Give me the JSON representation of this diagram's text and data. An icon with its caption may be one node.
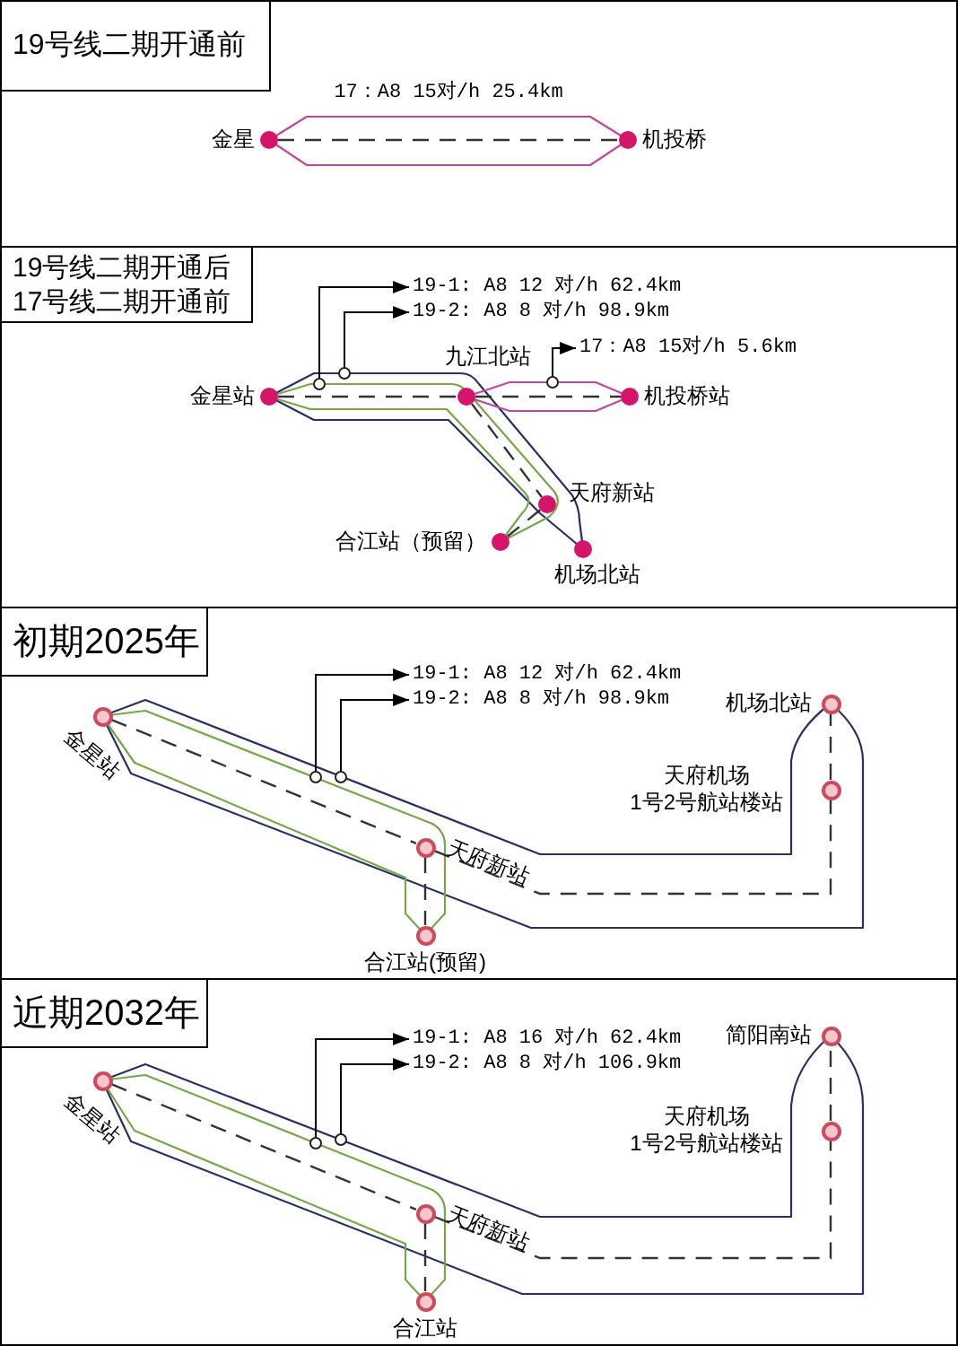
{
  "diagram": {
    "nodes": [
      {
        "text": [
          "19号线二期开通前"
        ]
      },
      {
        "text": [
          "金星"
        ],
        "in": 0
      },
      {
        "text": [
          "机投桥"
        ],
        "in": 0
      },
      {
        "text": [
          "19号线二期开通后",
          "17号线二期开通前"
        ]
      },
      {
        "text": [
          "19-1: A8 12 对/h 62.4km"
        ],
        "in": 3
      },
      {
        "text": [
          "19-2: A8 8 对/h 98.9km"
        ],
        "in": 3
      },
      {
        "text": [
          "17：A8 15对/h 5.6km"
        ],
        "in": 3
      },
      {
        "text": [
          "金星站"
        ],
        "in": 3
      },
      {
        "text": [
          "九江北站"
        ],
        "in": 3
      },
      {
        "text": [
          "机投桥站"
        ],
        "in": 3
      },
      {
        "text": [
          "天府新站"
        ],
        "in": 3
      },
      {
        "text": [
          "合江站（预留）"
        ],
        "in": 3
      },
      {
        "text": [
          "机场北站"
        ],
        "in": 3
      },
      {
        "text": [
          "初期2025年"
        ]
      },
      {
        "text": [
          "19-1: A8 12 对/h 62.4km"
        ],
        "in": 13
      },
      {
        "text": [
          "19-2: A8 8 对/h 98.9km"
        ],
        "in": 13
      },
      {
        "text": [
          "金星站"
        ],
        "in": 13
      },
      {
        "text": [
          "机场北站"
        ],
        "in": 13
      },
      {
        "text": [
          "天府机场",
          "1号2号航站楼站"
        ],
        "in": 13
      },
      {
        "text": [
          "天府新站"
        ],
        "in": 13
      },
      {
        "text": [
          "合江站(预留)"
        ],
        "in": 13
      },
      {
        "text": [
          "近期2032年"
        ]
      },
      {
        "text": [
          "19-1: A8 16 对/h 62.4km"
        ],
        "in": 21
      },
      {
        "text": [
          "19-2: A8 8 对/h 106.9km"
        ],
        "in": 21
      },
      {
        "text": [
          "金星站"
        ],
        "in": 21
      },
      {
        "text": [
          "简阳南站"
        ],
        "in": 21
      },
      {
        "text": [
          "天府机场",
          "1号2号航站楼站"
        ],
        "in": 21
      },
      {
        "text": [
          "天府新站"
        ],
        "in": 21
      },
      {
        "text": [
          "合江站"
        ],
        "in": 21
      }
    ],
    "edges": [
      {
        "from": 1,
        "to": 2,
        "arrow": "none",
        "style": "dashed"
      },
      {
        "from": null,
        "to": 4,
        "arrow": "to"
      },
      {
        "from": null,
        "to": 5,
        "arrow": "to"
      },
      {
        "from": null,
        "to": 6,
        "arrow": "to"
      },
      {
        "from": 7,
        "to": 8,
        "arrow": "none",
        "style": "dashed"
      },
      {
        "from": 8,
        "to": 9,
        "arrow": "none",
        "style": "dashed"
      },
      {
        "from": 8,
        "to": 10,
        "arrow": "none",
        "style": "dashed"
      },
      {
        "from": 10,
        "to": 11,
        "arrow": "none",
        "style": "dashed"
      },
      {
        "from": null,
        "to": 14,
        "arrow": "to"
      },
      {
        "from": null,
        "to": 15,
        "arrow": "to"
      },
      {
        "from": 16,
        "to": 19,
        "arrow": "none",
        "style": "dashed"
      },
      {
        "from": 19,
        "to": 20,
        "arrow": "none",
        "style": "dashed"
      },
      {
        "from": 19,
        "to": 18,
        "arrow": "none",
        "style": "dashed"
      },
      {
        "from": 18,
        "to": 17,
        "arrow": "none",
        "style": "dashed"
      },
      {
        "from": null,
        "to": 22,
        "arrow": "to"
      },
      {
        "from": null,
        "to": 23,
        "arrow": "to"
      },
      {
        "from": 24,
        "to": 27,
        "arrow": "none",
        "style": "dashed"
      },
      {
        "from": 27,
        "to": 28,
        "arrow": "none",
        "style": "dashed"
      },
      {
        "from": 27,
        "to": 26,
        "arrow": "none",
        "style": "dashed"
      },
      {
        "from": 26,
        "to": 25,
        "arrow": "none",
        "style": "dashed"
      }
    ],
    "labels": [
      "17：A8 15对/h 25.4km"
    ]
  }
}
